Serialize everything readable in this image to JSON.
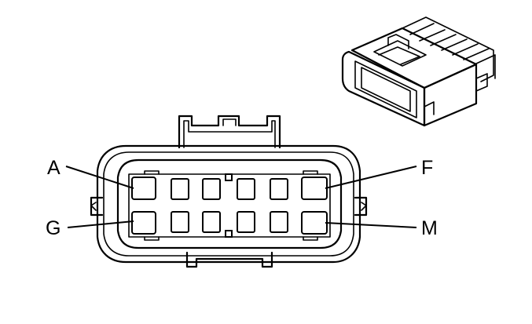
{
  "labels": {
    "top_left": "A",
    "top_right": "F",
    "bottom_left": "G",
    "bottom_right": "M"
  },
  "connector": {
    "cavity_rows": 2,
    "cavities_per_row": 6
  }
}
